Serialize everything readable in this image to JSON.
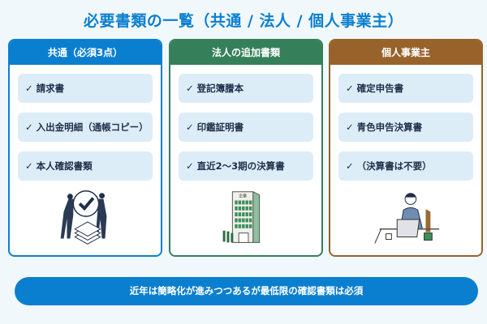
{
  "title": "必要書類の一覧（共通 / 法人 / 個人事業主）",
  "colors": {
    "common": "#0b7fcf",
    "corporate": "#35805a",
    "individual": "#98632a",
    "item_bg": "#dcedf8"
  },
  "columns": [
    {
      "header": "共通（必須3点）",
      "items": [
        "✓ 請求書",
        "✓ 入出金明細（通帳コピー）",
        "✓ 本人確認書類"
      ],
      "illustration": "business-people-checkmark-documents"
    },
    {
      "header": "法人の追加書類",
      "items": [
        "✓ 登記簿謄本",
        "✓ 印鑑証明書",
        "✓ 直近2〜3期の決算書"
      ],
      "illustration": "office-building",
      "building_sign": "企業"
    },
    {
      "header": "個人事業主",
      "items": [
        "✓ 確定申告書",
        "✓ 青色申告決算書",
        "✓ （決算書は不要）"
      ],
      "illustration": "person-at-laptop"
    }
  ],
  "banner": "近年は簡略化が進みつつあるが最低限の確認書類は必須"
}
